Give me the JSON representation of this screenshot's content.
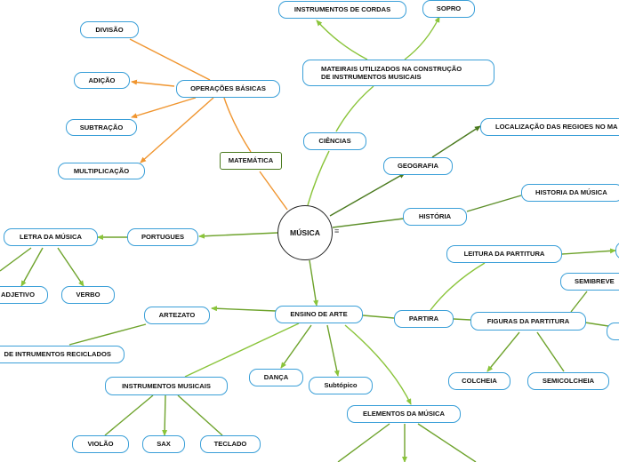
{
  "center": {
    "label": "MÚSICA",
    "icon": "menu-icon"
  },
  "colors": {
    "orange": "#f0952f",
    "green": "#8ac43a",
    "darkgreen": "#4a7a1e",
    "node_border": "#3a9fd8"
  },
  "nodes": {
    "matematica": "MATEMÁTICA",
    "operacoes": "OPERAÇÕES BÁSICAS",
    "divisao": "DIVISÃO",
    "adicao": "ADIÇÃO",
    "subtracao": "SUBTRAÇÃO",
    "multiplicacao": "MULTIPLICAÇÃO",
    "ciencias": "CIÊNCIAS",
    "materiais_l1": "MATEIRAIS UTILIZADOS NA CONSTRUÇÃO",
    "materiais_l2": "DE INSTRUMENTOS MUSICAIS",
    "cordas": "INSTRUMENTOS DE CORDAS",
    "sopro": "SOPRO",
    "geografia": "GEOGRAFIA",
    "localizacao": "LOCALIZAÇÃO DAS REGIOES NO MA",
    "historia": "HISTÓRIA",
    "historia_musica": "HISTORIA DA MÚSICA",
    "portugues": "PORTUGUES",
    "letra": "LETRA DA MÚSICA",
    "adjetivo": "ADJETIVO",
    "verbo": "VERBO",
    "ensino": "ENSINO DE ARTE",
    "artezato": "ARTEZATO",
    "reciclados": "DE INTRUMENTOS RECICLADOS",
    "instrumentos": "INSTRUMENTOS MUSICAIS",
    "violao": "VIOLÃO",
    "sax": "SAX",
    "teclado": "TECLADO",
    "danca": "DANÇA",
    "subtopico": "Subtópico",
    "elementos": "ELEMENTOS DA MÚSICA",
    "partira": "PARTIRA",
    "leitura": "LEITURA DA PARTITURA",
    "figuras": "FIGURAS DA PARTITURA",
    "semibreve": "SEMIBREVE",
    "colcheia": "COLCHEIA",
    "semicolcheia": "SEMICOLCHEIA"
  }
}
